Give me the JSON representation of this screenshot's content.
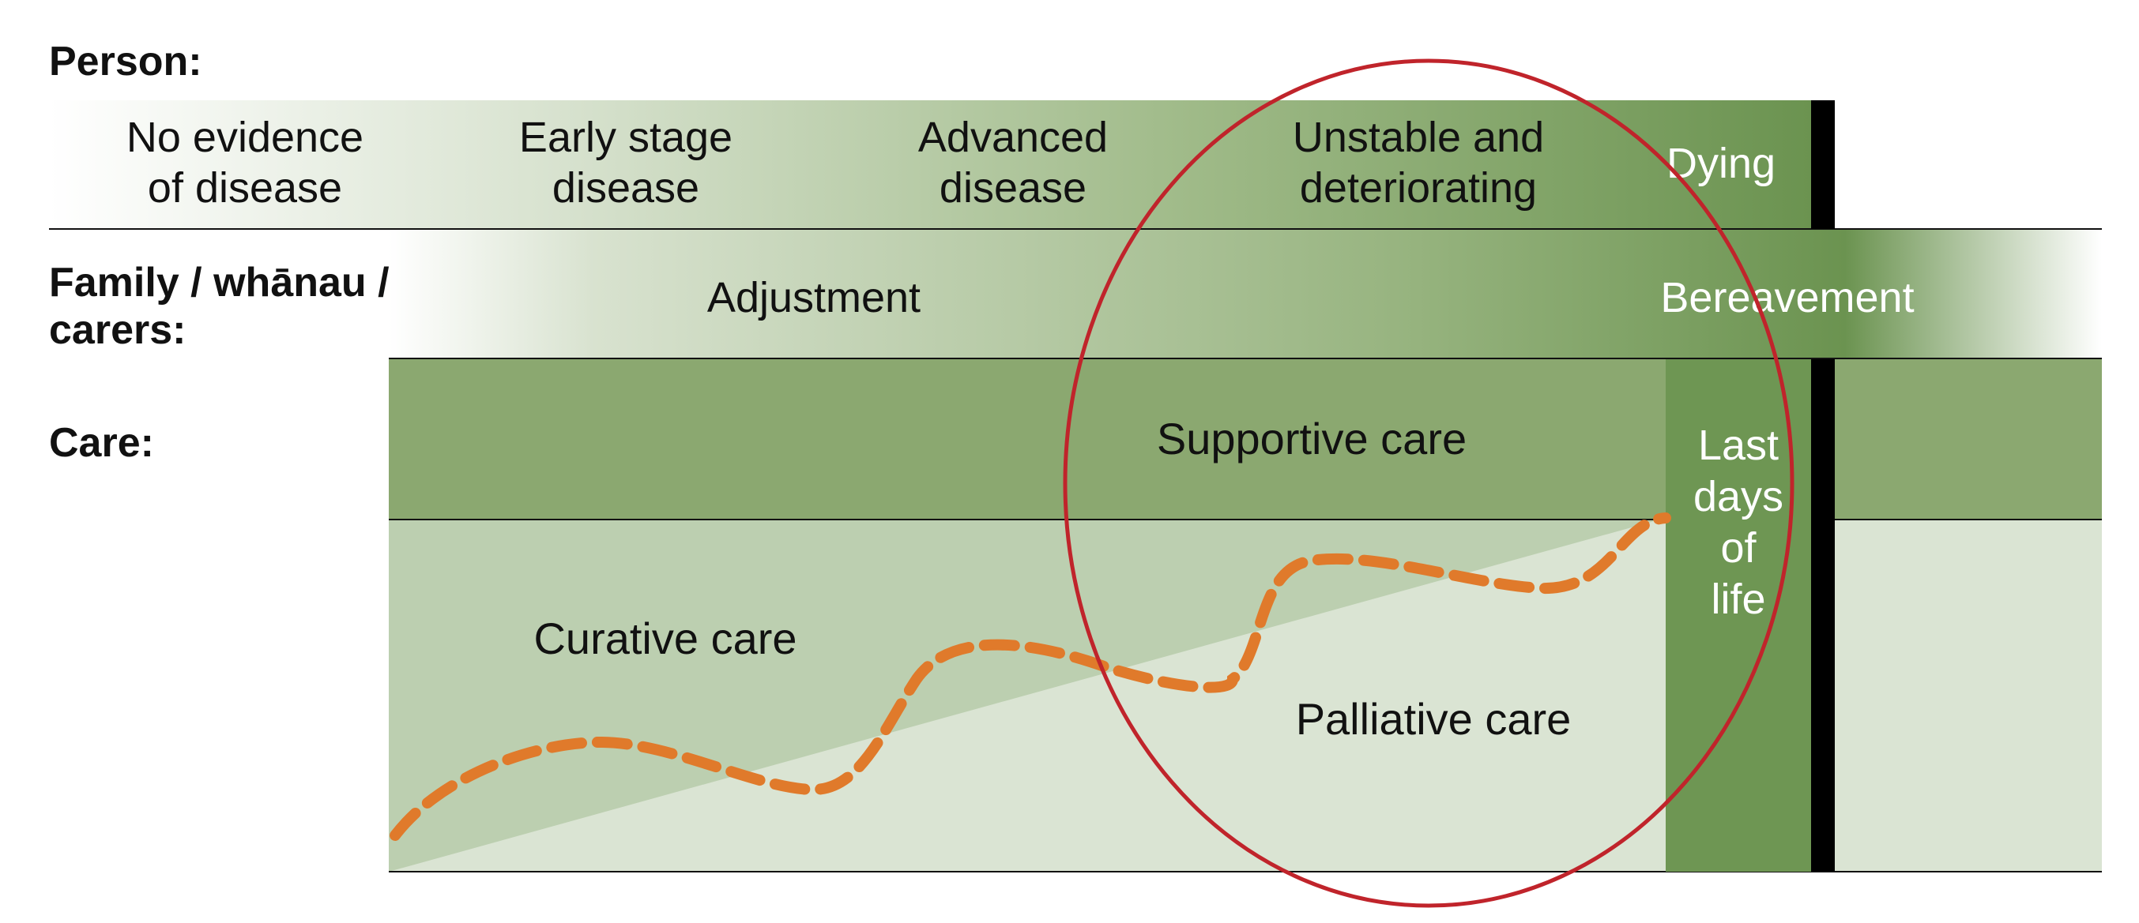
{
  "rows": {
    "person": "Person:",
    "family_line1": "Family / whānau /",
    "family_line2": "carers:",
    "care": "Care:"
  },
  "person_stages": [
    [
      "No evidence",
      "of disease"
    ],
    [
      "Early stage",
      "disease"
    ],
    [
      "Advanced",
      "disease"
    ],
    [
      "Unstable and",
      "deteriorating"
    ],
    [
      "Dying"
    ]
  ],
  "family_stages": [
    "Adjustment",
    "Bereavement"
  ],
  "care_labels": {
    "supportive": "Supportive care",
    "curative": "Curative care",
    "palliative": "Palliative care",
    "last_days": [
      "Last",
      "days",
      "of",
      "life"
    ]
  },
  "colors": {
    "green_light": "#dae4d3",
    "green_mid": "#bccfb0",
    "green_band": "#8ba870",
    "green_dark": "#6e9653",
    "divider_black": "#000000",
    "circle_red": "#c0242b",
    "trajectory_orange": "#e07a2b"
  }
}
